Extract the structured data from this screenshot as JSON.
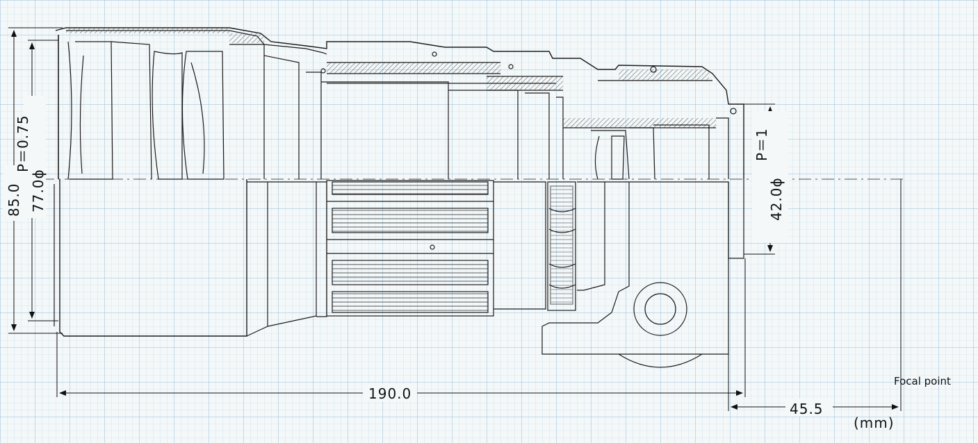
{
  "drawing": {
    "labels": {
      "outer_diameter": "85.0",
      "front_pitch": "P＝0.75",
      "front_thread": "77.0ϕ",
      "length": "190.0",
      "rear_pitch": "P＝1",
      "rear_thread": "42.0ϕ",
      "flange_distance": "45.5",
      "focal_point": "Focal point",
      "unit": "(mm)"
    },
    "colors": {
      "paper": "#f4f8f9",
      "grid_minor": "#bcd6e6",
      "grid_major": "#7fb0d2",
      "ink": "#1a1a1a",
      "hatch": "#555555"
    }
  }
}
